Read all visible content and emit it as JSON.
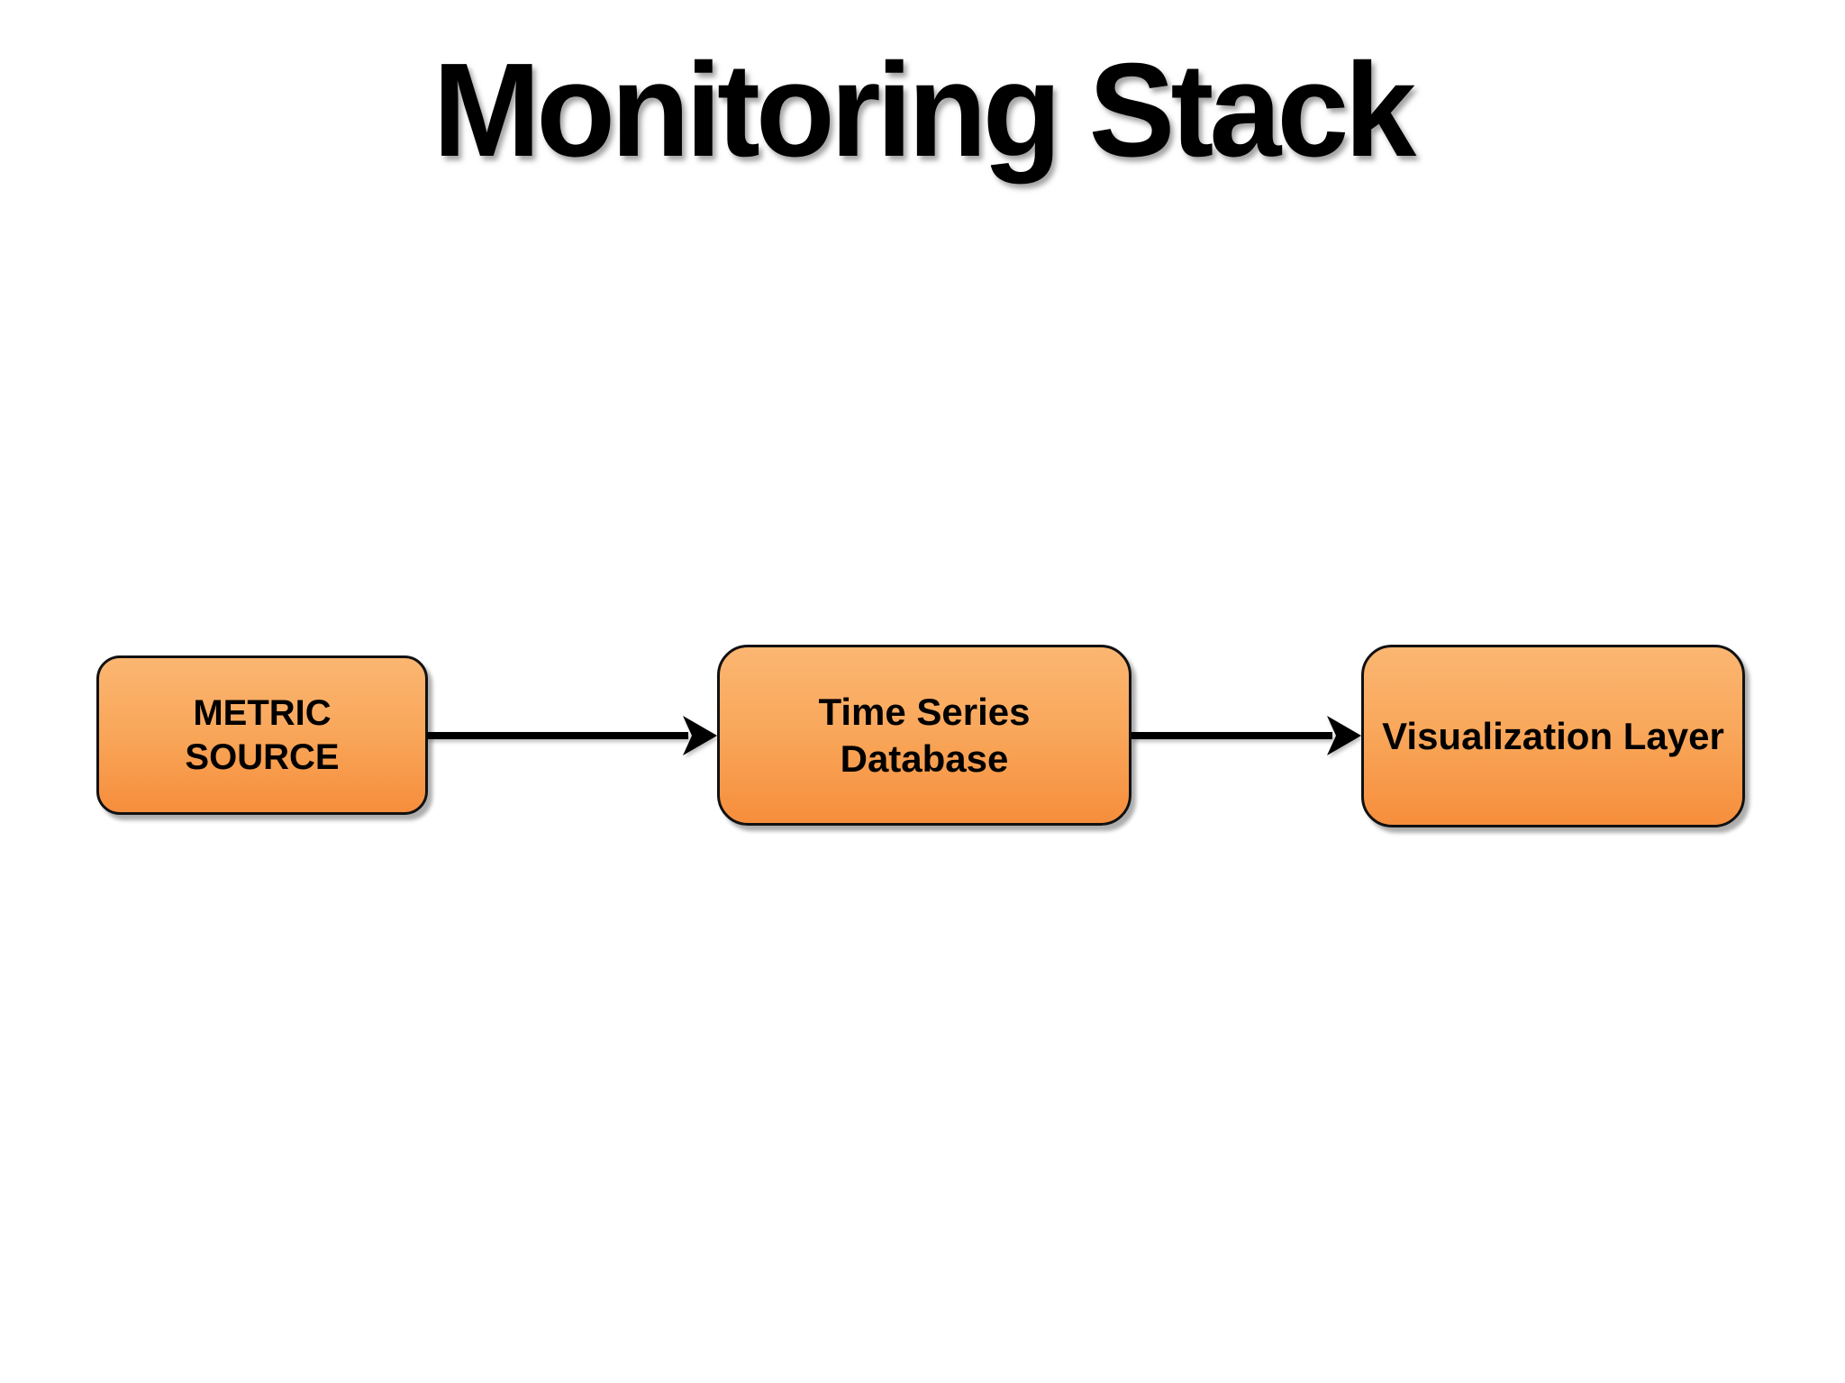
{
  "title": "Monitoring Stack",
  "diagram": {
    "nodes": [
      {
        "id": "metric-source",
        "label": "METRIC\nSOURCE"
      },
      {
        "id": "time-series-database",
        "label": "Time Series\nDatabase"
      },
      {
        "id": "visualization-layer",
        "label": "Visualization Layer"
      }
    ],
    "edges": [
      {
        "from": "metric-source",
        "to": "time-series-database",
        "direction": "right"
      },
      {
        "from": "time-series-database",
        "to": "visualization-layer",
        "direction": "right"
      }
    ]
  },
  "colors": {
    "node_gradient_top": "#FBB671",
    "node_gradient_bottom": "#F68E3C",
    "node_border": "#111111",
    "arrow": "#000000",
    "title_text": "#000000",
    "background": "#FFFFFF"
  }
}
